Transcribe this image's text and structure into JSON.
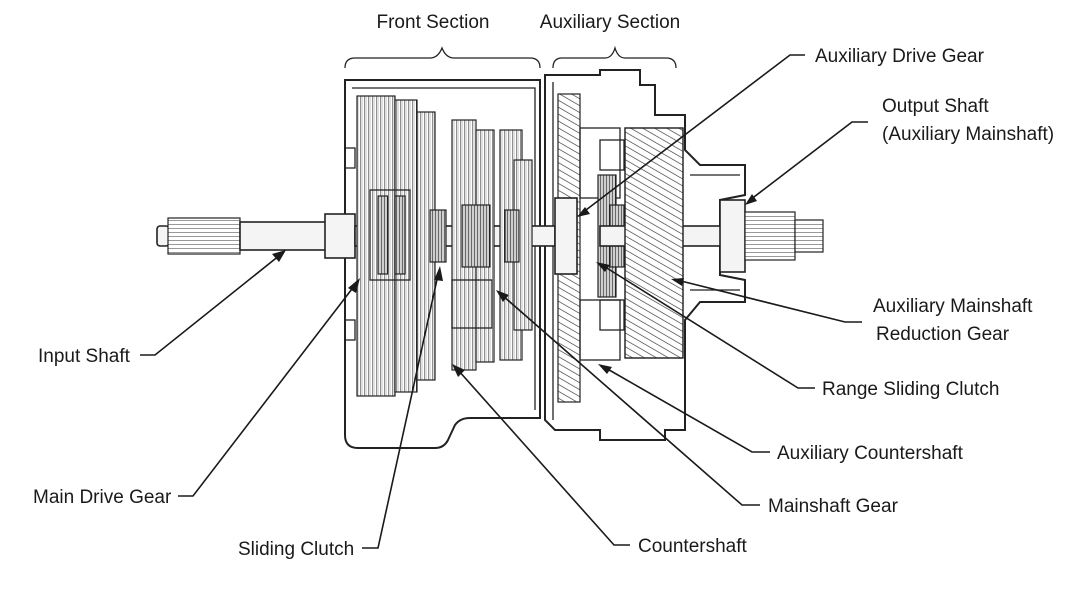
{
  "sections": {
    "front": "Front Section",
    "auxiliary": "Auxiliary Section"
  },
  "labels": {
    "input_shaft": "Input Shaft",
    "main_drive_gear": "Main Drive Gear",
    "sliding_clutch": "Sliding Clutch",
    "countershaft": "Countershaft",
    "mainshaft_gear": "Mainshaft Gear",
    "auxiliary_countershaft": "Auxiliary Countershaft",
    "range_sliding_clutch": "Range Sliding Clutch",
    "aux_mainshaft_reduction_gear_line1": "Auxiliary Mainshaft",
    "aux_mainshaft_reduction_gear_line2": "Reduction Gear",
    "output_shaft_line1": "Output Shaft",
    "output_shaft_line2": "(Auxiliary Mainshaft)",
    "auxiliary_drive_gear": "Auxiliary Drive Gear"
  }
}
